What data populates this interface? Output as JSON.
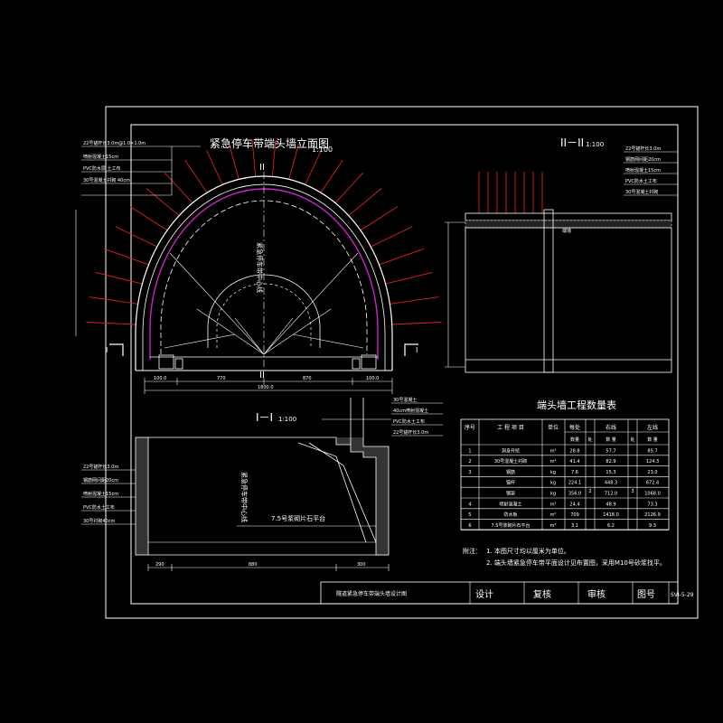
{
  "titles": {
    "elevation": "紧急停车带端头墙立面图",
    "elevation_scale": "1:100",
    "section_i": "I－I",
    "section_i_scale": "1:100",
    "section_ii": "II－II",
    "section_ii_scale": "1:100",
    "cut_mark": "II",
    "cut_mark_i": "I"
  },
  "labels": {
    "centerline": "紧急停车带中心线",
    "slope": "7.5号浆砌片石平台",
    "ii_side": "端墙"
  },
  "table": {
    "title": "端头墙工程数量表",
    "headers": [
      "序号",
      "工 程 项 目",
      "单位",
      "每处",
      "右线",
      "左线"
    ],
    "subheaders": [
      "数量",
      "处",
      "数 量",
      "处",
      "数 量"
    ],
    "rows": [
      {
        "no": "1",
        "item": "洞身开挖",
        "unit": "m³",
        "each": "28.8",
        "right": "57.7",
        "left": "85.7"
      },
      {
        "no": "2",
        "item": "30号混凝土衬砌",
        "unit": "m³",
        "each": "41.4",
        "right": "82.9",
        "left": "124.3"
      },
      {
        "no": "3a",
        "item": "钢筋",
        "unit": "kg",
        "each": "7.6",
        "right": "15.3",
        "left": "23.0"
      },
      {
        "no": "3b",
        "item": "锚杆",
        "unit": "kg",
        "each": "224.1",
        "right": "448.3",
        "left": "672.4"
      },
      {
        "no": "3c",
        "item": "钢架",
        "unit": "kg",
        "each": "356.0",
        "right": "712.0",
        "left": "1068.0"
      },
      {
        "no": "4",
        "item": "喷射混凝土",
        "unit": "m³",
        "each": "24.4",
        "right": "48.9",
        "left": "73.3"
      },
      {
        "no": "5",
        "item": "防水板",
        "unit": "m²",
        "each": "709",
        "right": "1418.0",
        "left": "2126.9"
      },
      {
        "no": "6",
        "item": "7.5号浆砌片石平台",
        "unit": "m³",
        "each": "3.1",
        "right": "6.2",
        "left": "9.3"
      }
    ],
    "count_right": "2",
    "count_left": "3"
  },
  "notes": {
    "head": "附注：",
    "items": [
      "1. 本图尺寸均以厘米为单位。",
      "2. 端头墙紧急停车带平面设计见布置图，采用M10号砂浆找平。"
    ]
  },
  "title_block": {
    "drawing_name": "隧道紧急停车带端头墙设计图",
    "design": "设计",
    "review": "复核",
    "approve": "审核",
    "sheet_label": "图号",
    "sheet_no": "SVI-5-29"
  },
  "dims": {
    "bottom_1": "100.0",
    "bottom_2": "770",
    "bottom_3": "870",
    "bottom_4": "100.0",
    "total": "1800.0",
    "sec_bottom_1": "290",
    "sec_bottom_2": "880",
    "sec_bottom_3": "300"
  },
  "colors": {
    "background": "#000000",
    "frame": "#ffffff",
    "arch": "#ffffff",
    "lining": "#cc22cc",
    "bolts": "#e02020",
    "dims": "#ffffff"
  }
}
